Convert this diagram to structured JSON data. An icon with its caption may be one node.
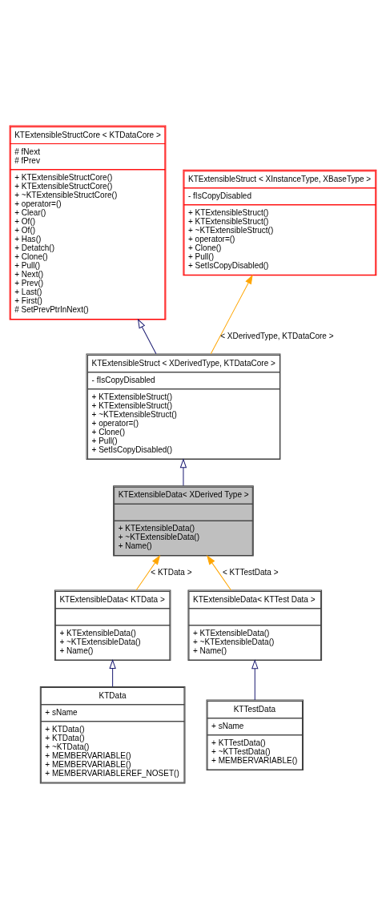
{
  "diagram": {
    "nodes": [
      {
        "text": [
          "KTExtensibleStructCore < KTDataCore >",
          "# fNext # fPrev",
          "+ KTExtensibleStructCore() + KTExtensibleStructCore() + ~KTExtensibleStructCore() + operator=() + Clear() + Of() + Of() + Has() + Detatch() + Clone() + Pull() + Next() + Prev() + Last() + First() # SetPrevPtrInNext()"
        ]
      },
      {
        "text": [
          "KTExtensibleStruct < XInstanceType, XBaseType >",
          "- fIsCopyDisabled",
          "+ KTExtensibleStruct() + KTExtensibleStruct() + ~KTExtensibleStruct() + operator=() + Clone() + Pull() + SetIsCopyDisabled()"
        ]
      },
      {
        "text": [
          "KTExtensibleStruct < XDerivedType, KTDataCore >",
          "- fIsCopyDisabled",
          "+ KTExtensibleStruct() + KTExtensibleStruct() + ~KTExtensibleStruct() + operator=() + Clone() + Pull() + SetIsCopyDisabled()"
        ]
      },
      {
        "text": [
          "KTExtensibleData< XDerived Type >",
          "+ KTExtensibleData() + ~KTExtensibleData() + Name()"
        ]
      },
      {
        "text": [
          "KTExtensibleData< KTData >",
          "+ KTExtensibleData() + ~KTExtensibleData() + Name()"
        ]
      },
      {
        "text": [
          "KTExtensibleData< KTTest Data >",
          "+ KTExtensibleData() + ~KTExtensibleData() + Name()"
        ]
      },
      {
        "text": [
          "KTData",
          "+ sName",
          "+ KTData() + KTData() + ~KTData() + MEMBERVARIABLE() + MEMBERVARIABLE() + MEMBERVARIABLEREF_NOSET()"
        ]
      },
      {
        "text": [
          "KTTestData",
          "+ sName",
          "+ KTTestData() + ~KTTestData() + MEMBERVARIABLE()"
        ]
      }
    ],
    "edges": [
      {
        "from": 2,
        "to": 0,
        "arrow": "to"
      },
      {
        "from": 2,
        "to": 1,
        "arrow": "to",
        "label": "< XDerivedType, KTDataCore >",
        "color": "#ffa500"
      },
      {
        "from": 3,
        "to": 2,
        "arrow": "to"
      },
      {
        "from": 4,
        "to": 3,
        "arrow": "to",
        "label": "< KTData >",
        "color": "#ffa500"
      },
      {
        "from": 5,
        "to": 3,
        "arrow": "to",
        "label": "< KTTestData >",
        "color": "#ffa500"
      },
      {
        "from": 6,
        "to": 4,
        "arrow": "to"
      },
      {
        "from": 7,
        "to": 5,
        "arrow": "to"
      }
    ]
  }
}
